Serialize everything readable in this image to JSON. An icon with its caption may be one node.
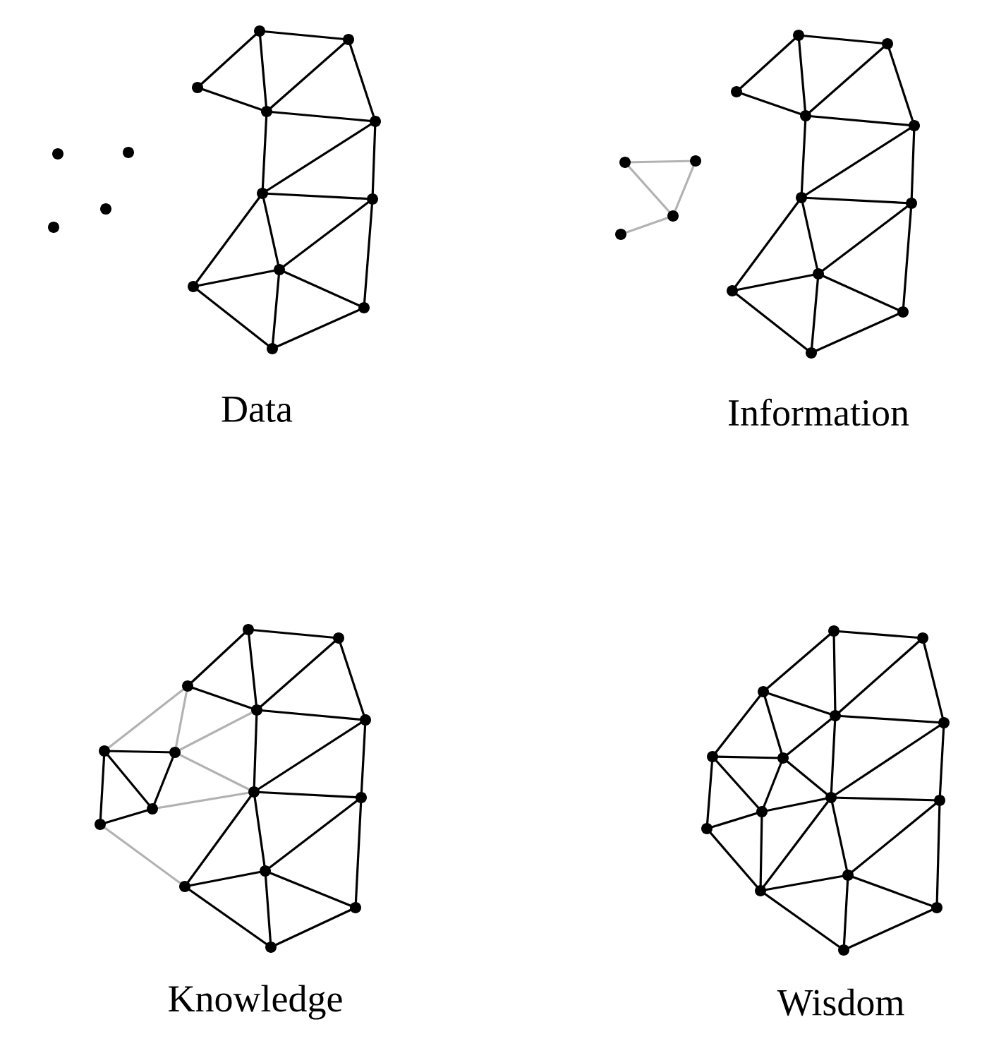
{
  "diagram": {
    "labels": [
      "Data",
      "Information",
      "Knowledge",
      "Wisdom"
    ]
  }
}
